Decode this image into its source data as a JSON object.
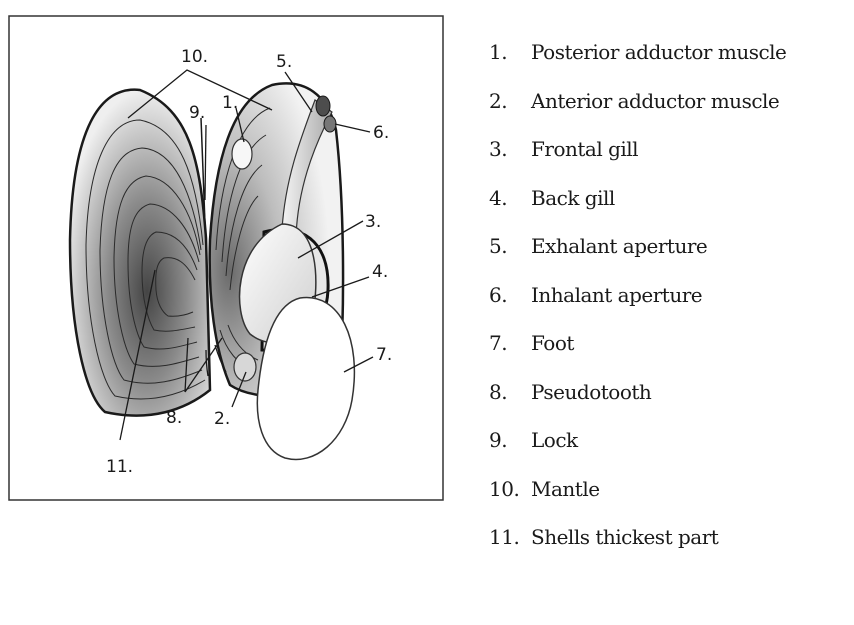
{
  "diagram": {
    "callouts": [
      "1.",
      "2.",
      "3.",
      "4.",
      "5.",
      "6.",
      "7.",
      "8.",
      "9.",
      "10.",
      "11."
    ],
    "colors": {
      "shell_dark": "#4a4a4a",
      "shell_light": "#eeeeee",
      "outline": "#1a1a1a",
      "frame": "#333333"
    }
  },
  "legend": {
    "items": [
      {
        "num": "1.",
        "label": "Posterior adductor muscle"
      },
      {
        "num": "2.",
        "label": "Anterior adductor muscle"
      },
      {
        "num": "3.",
        "label": "Frontal gill"
      },
      {
        "num": "4.",
        "label": "Back gill"
      },
      {
        "num": "5.",
        "label": "Exhalant aperture"
      },
      {
        "num": "6.",
        "label": "Inhalant aperture"
      },
      {
        "num": "7.",
        "label": "Foot"
      },
      {
        "num": "8.",
        "label": "Pseudotooth"
      },
      {
        "num": "9.",
        "label": "Lock"
      },
      {
        "num": "10.",
        "label": "Mantle"
      },
      {
        "num": "11.",
        "label": "Shells thickest part"
      }
    ]
  }
}
